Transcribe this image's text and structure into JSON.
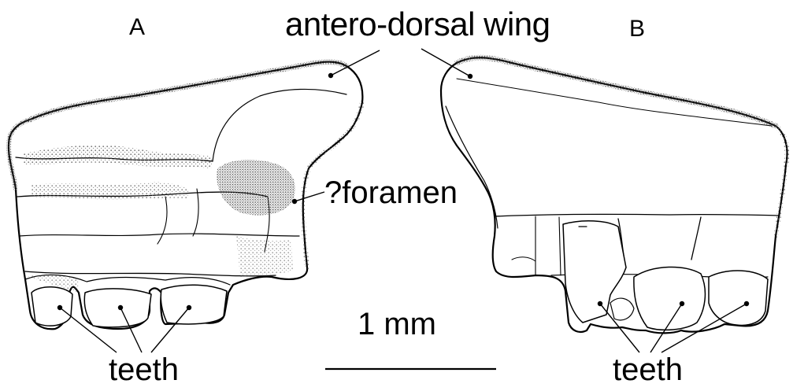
{
  "labels": {
    "panel_a": "A",
    "panel_b": "B",
    "wing": "antero-dorsal wing",
    "foramen": "?foramen",
    "teeth_a": "teeth",
    "teeth_b": "teeth",
    "scale": "1 mm"
  },
  "colors": {
    "ink": "#000000",
    "stipple": "#7a7a7a",
    "fill": "#ffffff"
  }
}
